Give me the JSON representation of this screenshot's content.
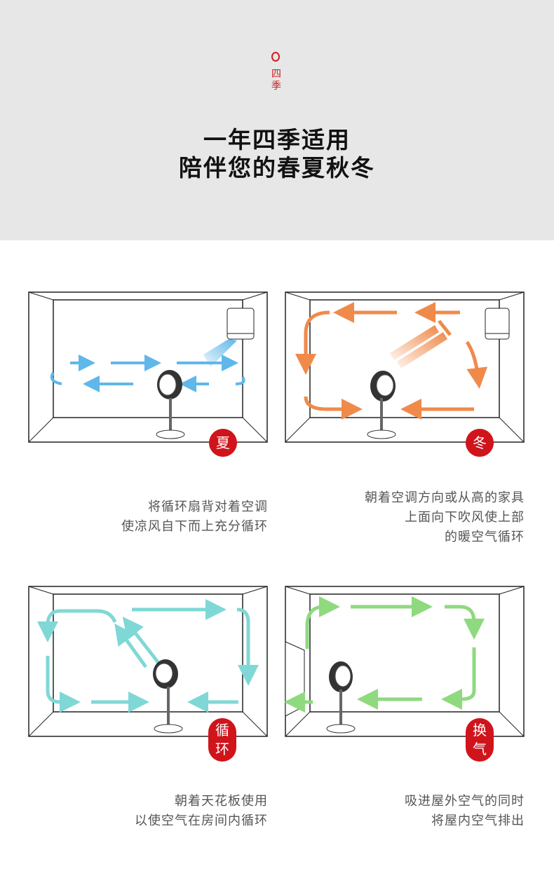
{
  "header": {
    "badge_label": "四季",
    "title_line1": "一年四季适用",
    "title_line2": "陪伴您的春夏秋冬"
  },
  "colors": {
    "accent_red": "#d0141b",
    "summer_blue": "#5fb7ea",
    "winter_orange": "#f08a4b",
    "circulate_cyan": "#7fd8d6",
    "ventilate_green": "#8fd97f"
  },
  "panels": [
    {
      "badge": "夏",
      "caption_lines": [
        "将循环扇背对着空调",
        "使凉风自下而上充分循环"
      ]
    },
    {
      "badge": "冬",
      "caption_lines": [
        "朝着空调方向或从高的家具",
        "上面向下吹风使上部",
        "的暖空气循环"
      ]
    },
    {
      "badge_line1": "循",
      "badge_line2": "环",
      "caption_lines": [
        "朝着天花板使用",
        "以使空气在房间内循环"
      ]
    },
    {
      "badge_line1": "换",
      "badge_line2": "气",
      "caption_lines": [
        "吸进屋外空气的同时",
        "将屋内空气排出"
      ]
    }
  ]
}
